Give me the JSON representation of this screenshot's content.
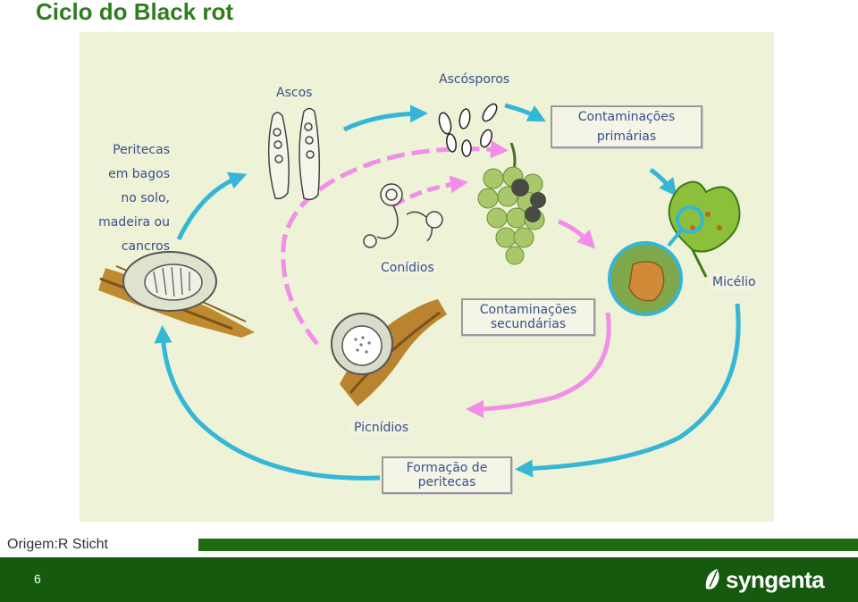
{
  "slide": {
    "title": "Ciclo do Black rot",
    "source_note": "Origem:R Sticht",
    "page_number": "6"
  },
  "diagram": {
    "labels": {
      "ascos": "Ascos",
      "ascosporos": "Ascósporos",
      "contaminacoes_primarias_1": "Contaminações",
      "contaminacoes_primarias_2": "primárias",
      "peritecas_1": "Peritecas",
      "peritecas_2": "em bagos",
      "peritecas_3": "no solo,",
      "peritecas_4": "madeira ou",
      "peritecas_5": "cancros",
      "conidios": "Conídios",
      "micelio": "Micélio",
      "contaminacoes_secundarias_1": "Contaminações",
      "contaminacoes_secundarias_2": "secundárias",
      "picnidios": "Picnídios",
      "formacao_1": "Formação de",
      "formacao_2": "peritecas"
    }
  },
  "brand": {
    "name": "syngenta"
  },
  "colors": {
    "title": "#2e7d1e",
    "label_text": "#3a4e8e",
    "cycle_arrow": "#35b6d6",
    "secondary_arrow": "#f08ee8",
    "footer": "#155a0f",
    "panel": "#eef2d6"
  }
}
